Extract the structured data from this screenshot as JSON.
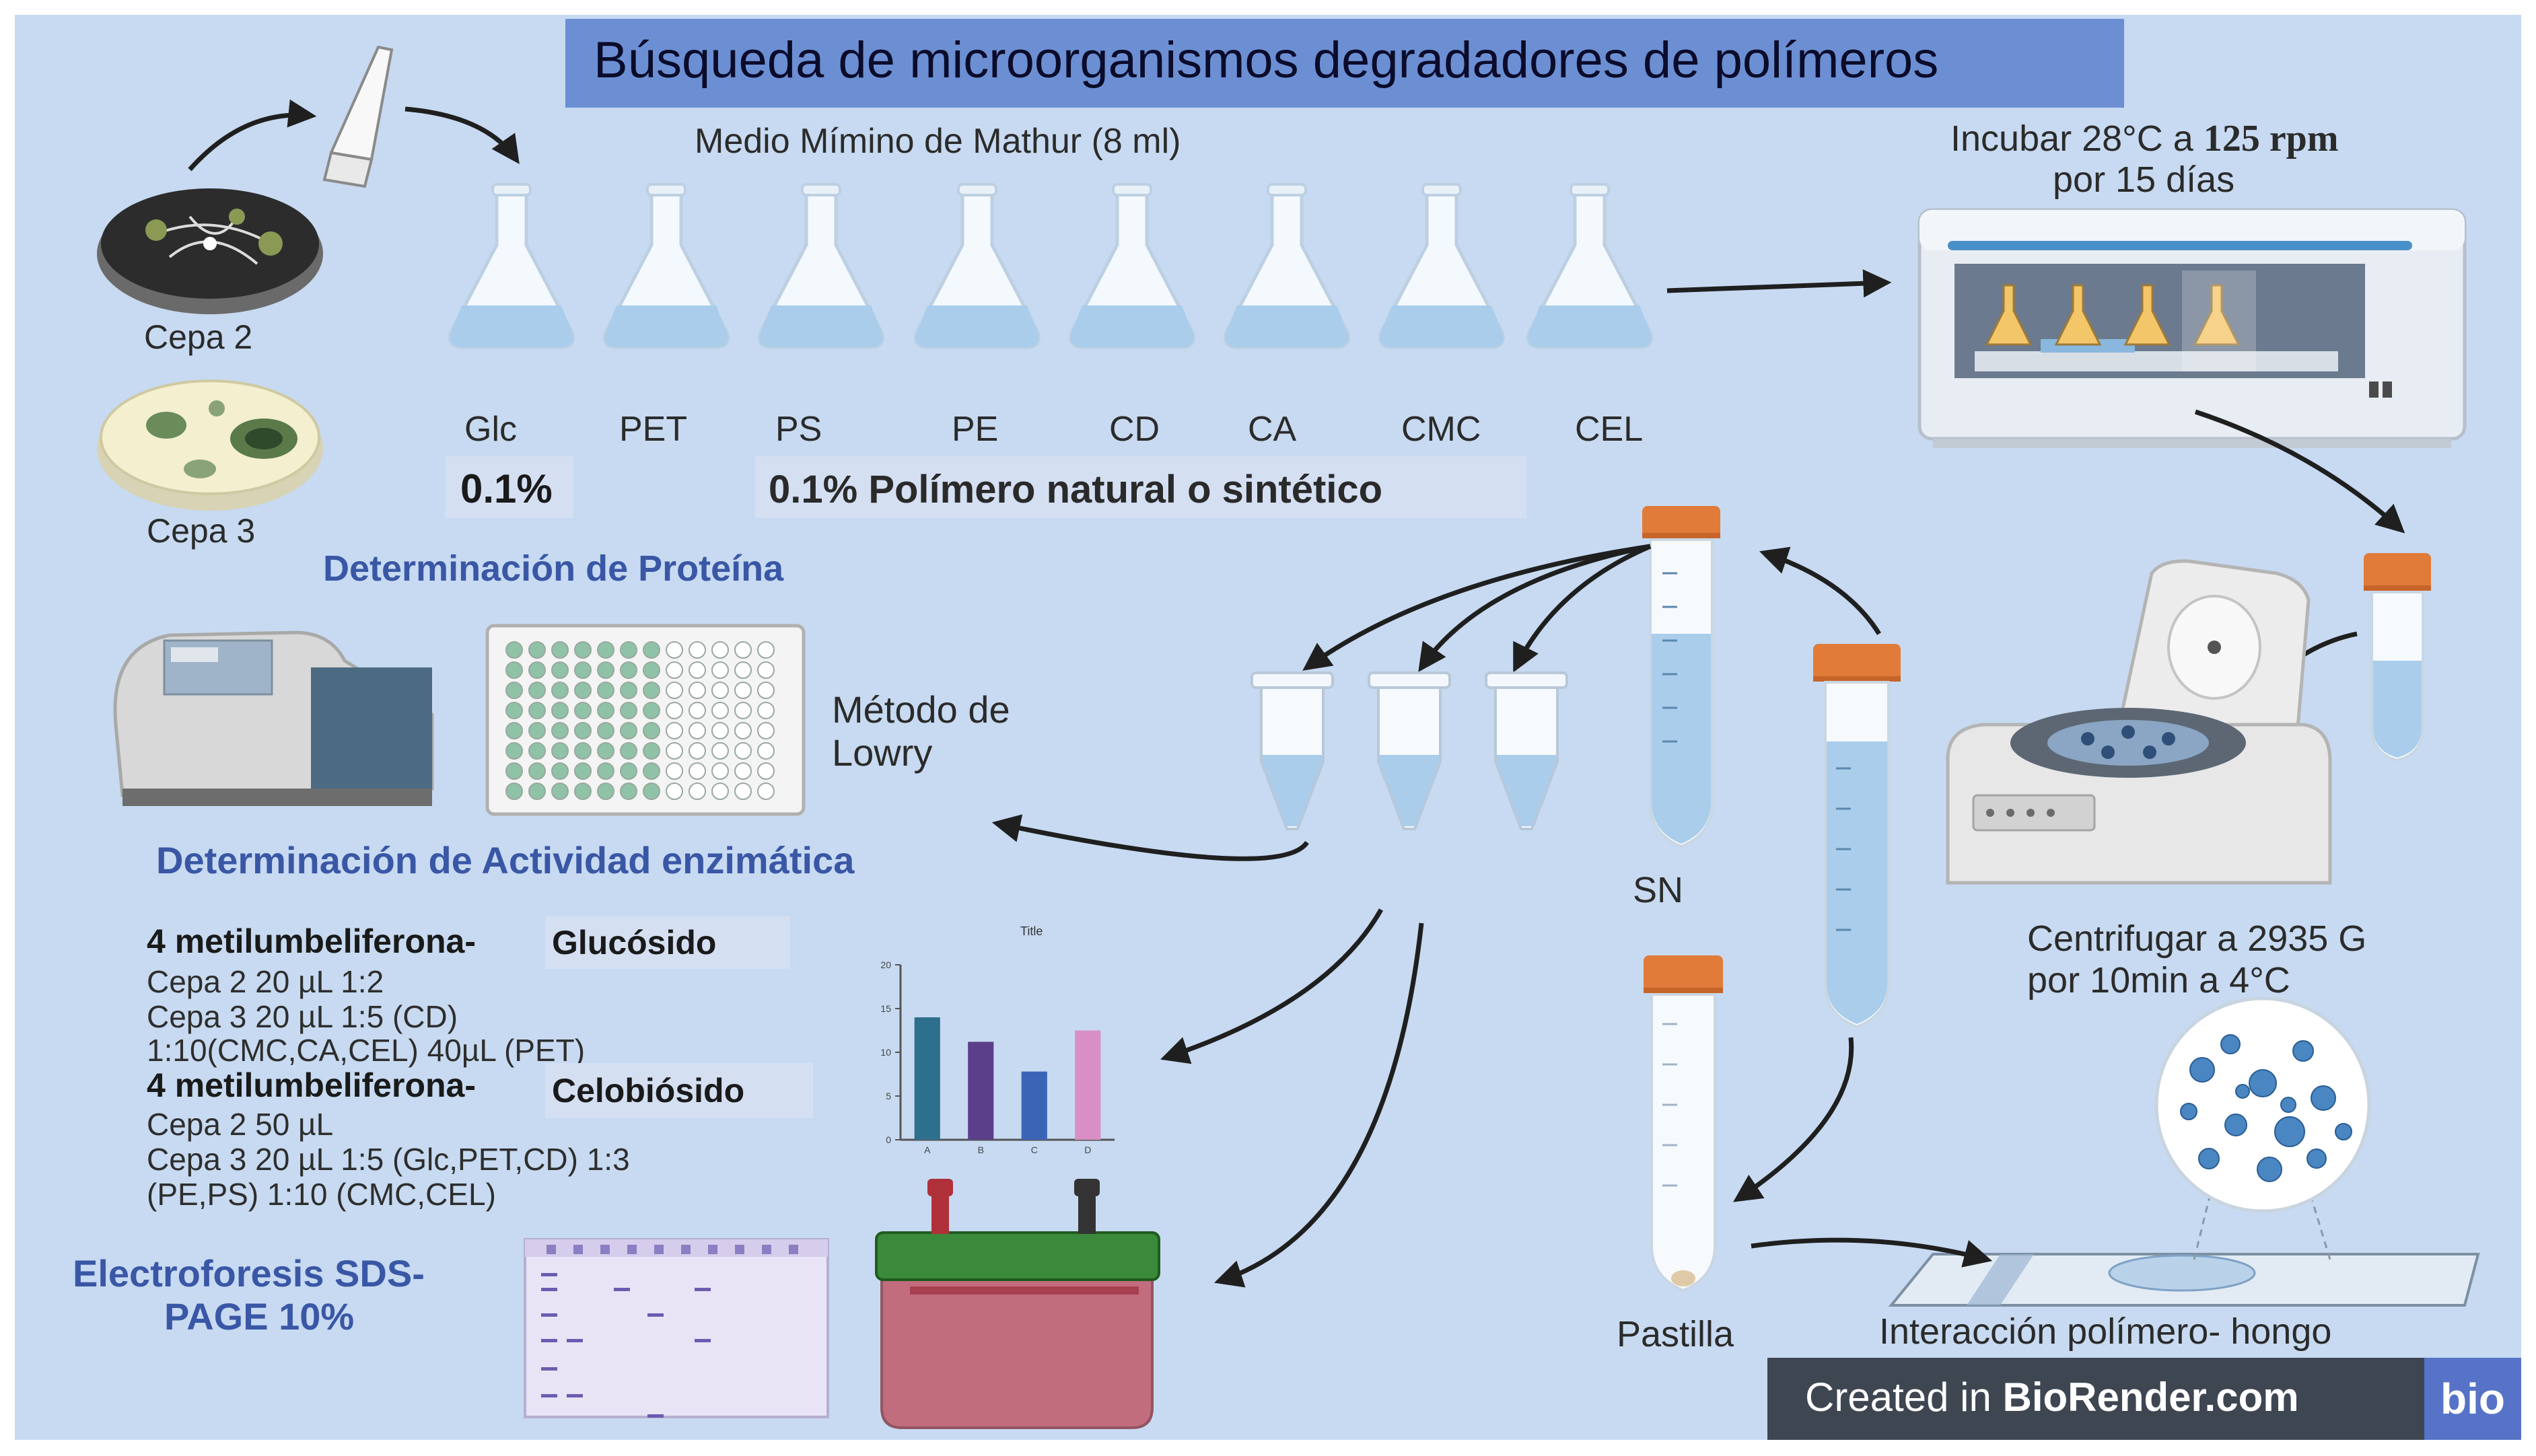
{
  "title": "Búsqueda de microorganismos degradadores de polímeros",
  "medium_label": "Medio Mímino de Mathur (8 ml)",
  "strains": {
    "strain_a": "Cepa 2",
    "strain_b": "Cepa 3"
  },
  "flasks": [
    "Glc",
    "PET",
    "PS",
    "PE",
    "CD",
    "CA",
    "CMC",
    "CEL"
  ],
  "glucose_pct": "0.1%",
  "polymer_pct": "0.1% Polímero natural o sintético",
  "incubate": {
    "line1": "Incubar 28°C a",
    "rpm": "125 rpm",
    "line2": "por 15 días"
  },
  "protein": {
    "heading": "Determinación de Proteína",
    "method_line1": "Método de",
    "method_line2": "Lowry"
  },
  "enzyme": {
    "heading": "Determinación de Actividad enzimática",
    "sub1_prefix": "4 metilumbeliferona-",
    "sub1_tag": "Glucósido",
    "sub1_lines": [
      "Cepa 2 20 µL 1:2",
      "Cepa 3 20 µL 1:5 (CD)",
      "1:10(CMC,CA,CEL)  40µL (PET)"
    ],
    "sub2_prefix": "4 metilumbeliferona-",
    "sub2_tag": "Celobiósido",
    "sub2_lines": [
      "Cepa 2 50 µL",
      "Cepa 3 20 µL 1:5 (Glc,PET,CD) 1:3",
      "(PE,PS) 1:10 (CMC,CEL)"
    ]
  },
  "chart_data": {
    "type": "bar",
    "title": "Title",
    "categories": [
      "A",
      "B",
      "C",
      "D"
    ],
    "values": [
      14,
      11.2,
      7.8,
      12.5
    ],
    "ylim": [
      0,
      20
    ],
    "yticks": [
      0,
      5,
      10,
      15,
      20
    ],
    "colors": [
      "#2e6f8e",
      "#5b3f8a",
      "#3a64b6",
      "#d98fc6"
    ],
    "xlabel": "",
    "ylabel": ""
  },
  "electro": {
    "line1": "Electroforesis SDS-",
    "line2": "PAGE 10%"
  },
  "supernatant": "SN",
  "pellet": "Pastilla",
  "centrifuge": {
    "line1": "Centrifugar a 2935 G",
    "line2": "por  10min a 4°C"
  },
  "interaction": "Interacción polímero- hongo",
  "credit": {
    "prefix": "Created in ",
    "brand": "BioRender.com",
    "badge": "bio"
  },
  "colors": {
    "panel": "#c7daf1",
    "title_bar": "#6c8fd3",
    "heading_blue": "#3a57a6",
    "liquid": "#a9cdeb",
    "cap_orange": "#e07b39"
  }
}
